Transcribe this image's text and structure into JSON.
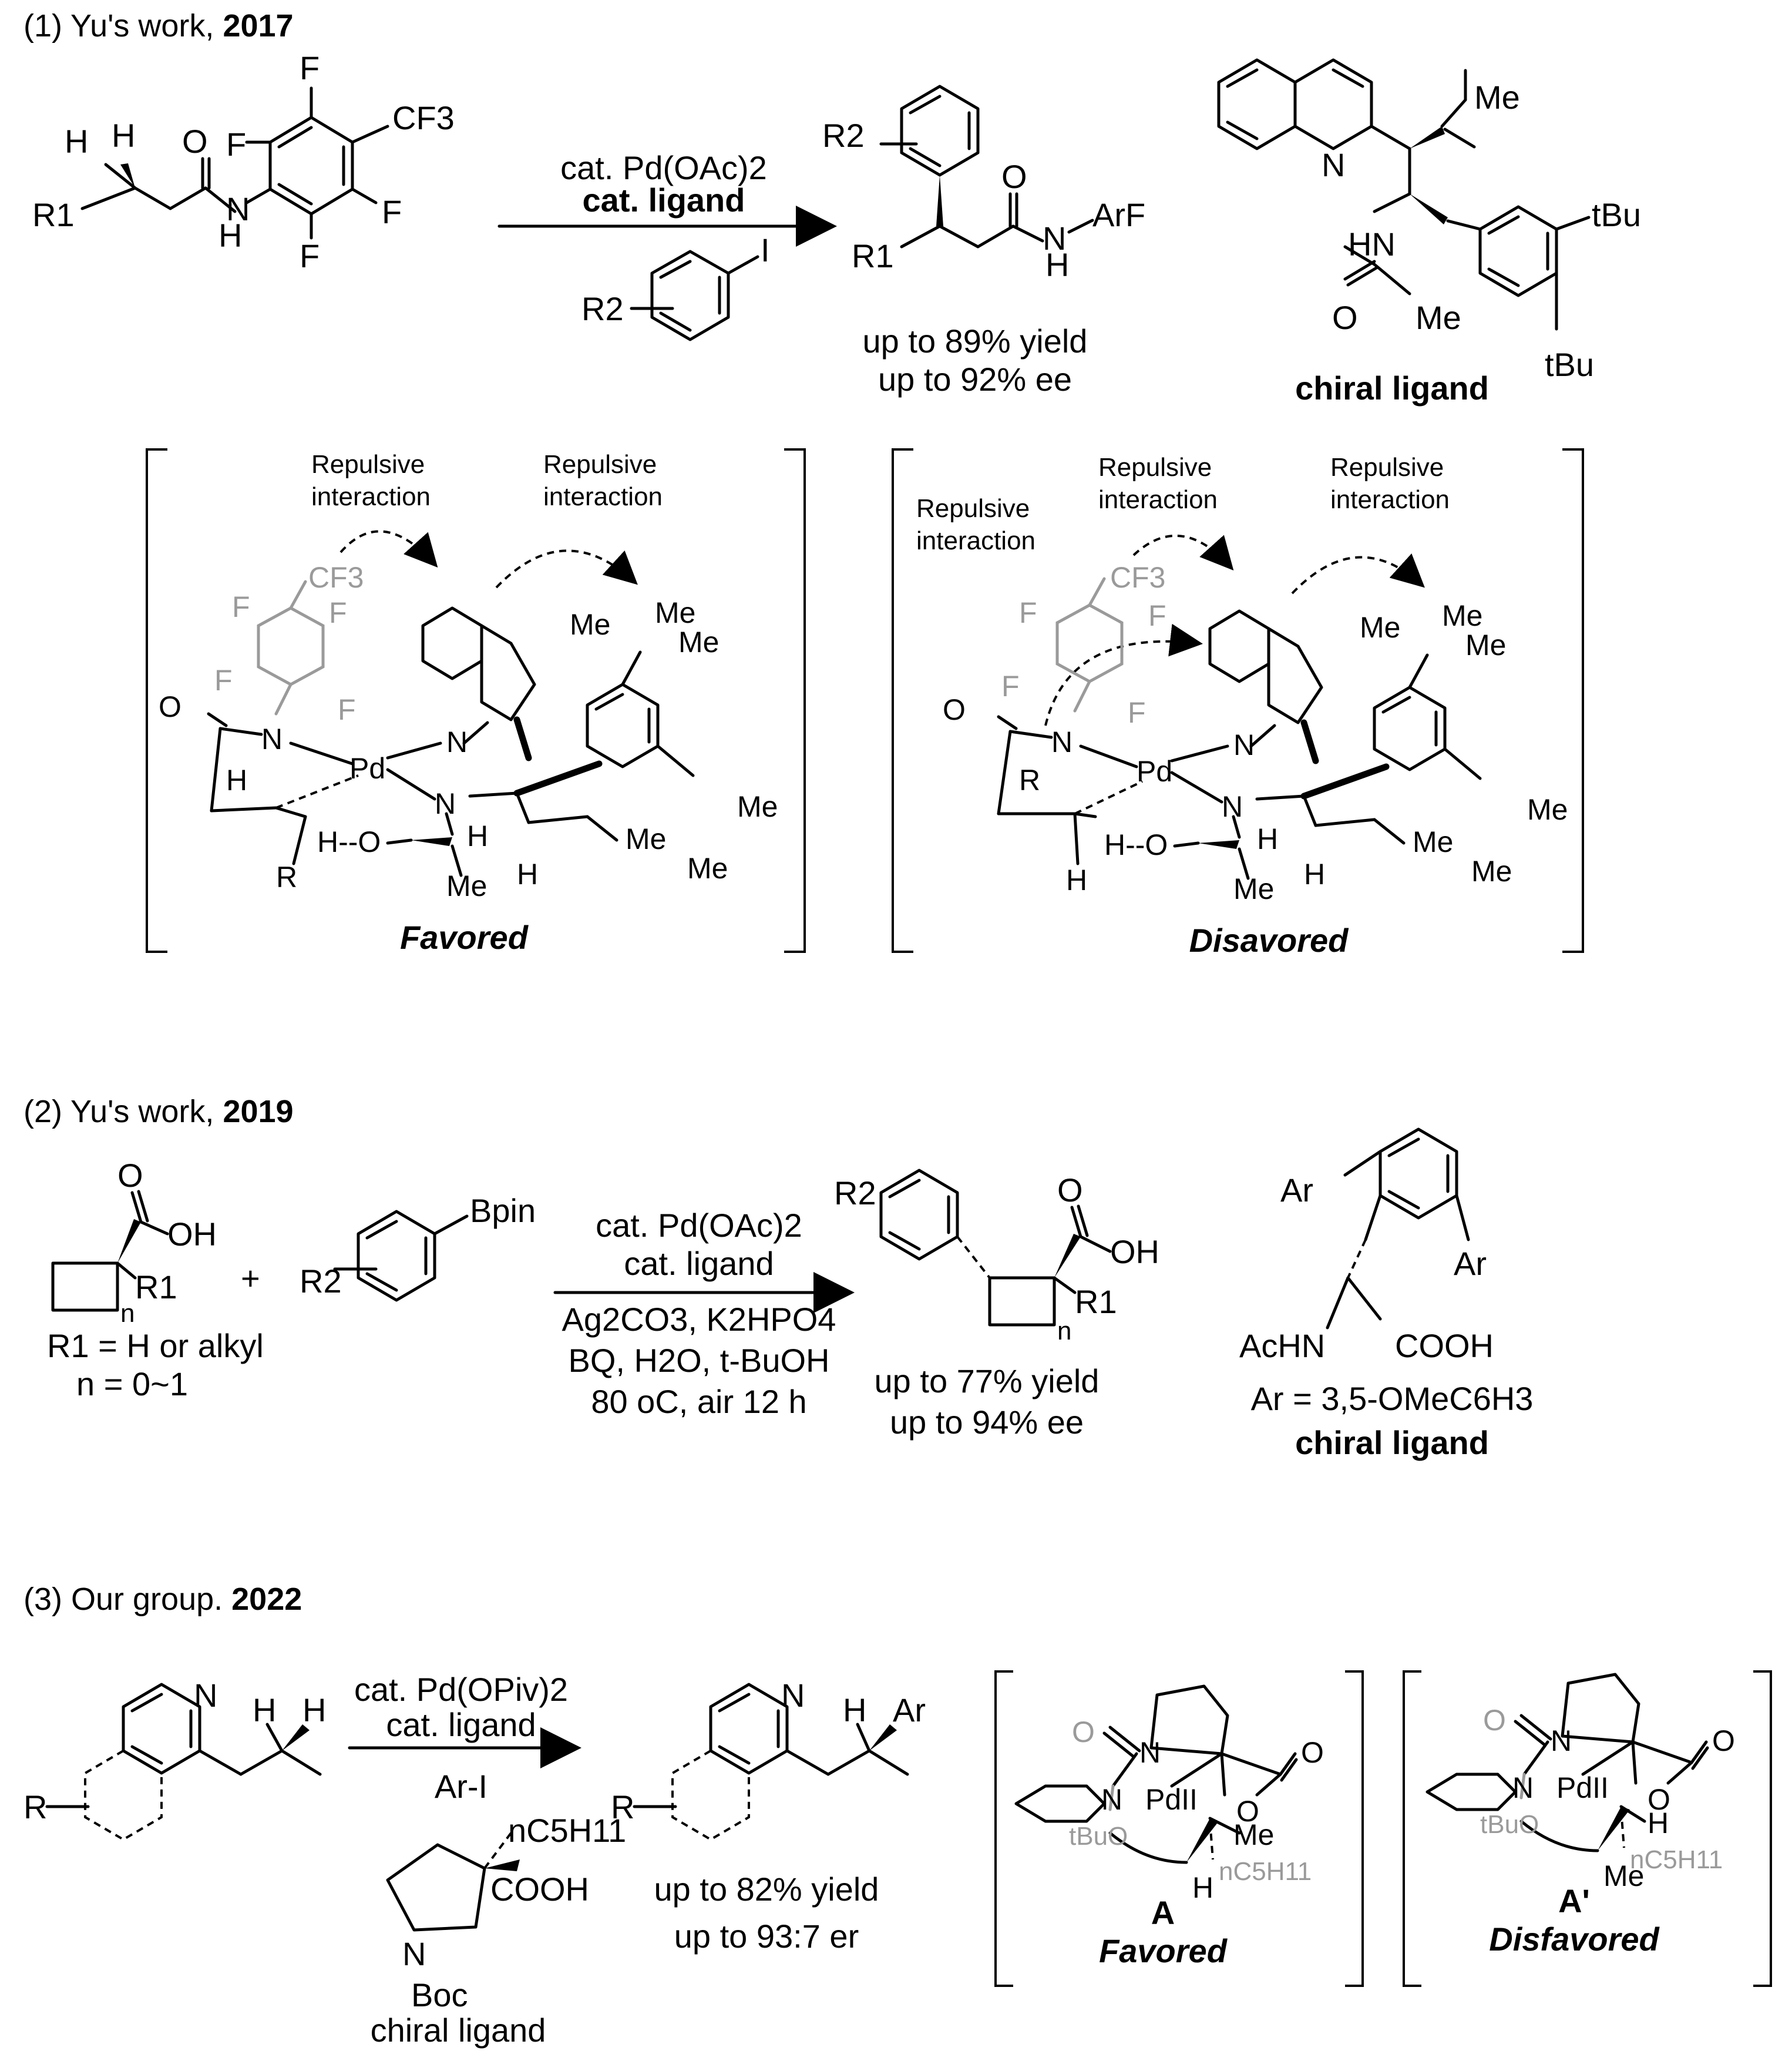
{
  "section1": {
    "header": "(1) Yu's work, ",
    "year": "2017",
    "reactant": {
      "F_top": "F",
      "F_left": "F",
      "CF3": "CF3",
      "F_right": "F",
      "F_bottom": "F",
      "H_left": "H",
      "H_right": "H",
      "O": "O",
      "N": "N",
      "NH_H": "H",
      "R1": "R1"
    },
    "conditions": {
      "catalyst": "cat. Pd(OAc)2",
      "ligand": "cat. ligand",
      "reagent_R2": "R2",
      "reagent_I": "I"
    },
    "product": {
      "R2": "R2",
      "R1": "R1",
      "O": "O",
      "N": "N",
      "H": "H",
      "ArF": "ArF"
    },
    "yield": "up to 89% yield",
    "ee": "up to 92% ee",
    "ligand": {
      "Me": "Me",
      "N": "N",
      "HN": "HN",
      "O": "O",
      "Me2": "Me",
      "tBu1": "tBu",
      "tBu2": "tBu",
      "label": "chiral ligand"
    },
    "favored": {
      "label": "Favored",
      "rep1": "Repulsive interaction",
      "rep2": "Repulsive interaction",
      "atoms": {
        "CF3": "CF3",
        "F1": "F",
        "F2": "F",
        "F3": "F",
        "F4": "F",
        "O": "O",
        "N1": "N",
        "Pd": "Pd",
        "N2": "N",
        "N3": "N",
        "H1": "H",
        "H2": "H--O",
        "H3": "H",
        "H4": "H",
        "R": "R",
        "Me1": "Me",
        "Me2": "Me",
        "Me3": "Me",
        "Me4": "Me",
        "Me5": "Me",
        "Me6": "Me",
        "Me7": "Me"
      }
    },
    "disfavored": {
      "label": "Disavored",
      "rep1": "Repulsive interaction",
      "rep2": "Repulsive interaction",
      "rep3": "Repulsive interaction",
      "atoms": {
        "CF3": "CF3",
        "F1": "F",
        "F2": "F",
        "F3": "F",
        "F4": "F",
        "O": "O",
        "N1": "N",
        "Pd": "Pd",
        "N2": "N",
        "N3": "N",
        "R": "R",
        "H1": "H--O",
        "H2": "H",
        "H3": "H",
        "H4": "H",
        "Me1": "Me",
        "Me2": "Me",
        "Me3": "Me",
        "Me4": "Me",
        "Me5": "Me",
        "Me6": "Me",
        "Me7": "Me"
      }
    }
  },
  "section2": {
    "header": "(2) Yu's work, ",
    "year": "2019",
    "reactant": {
      "O": "O",
      "OH": "OH",
      "R1": "R1",
      "n": "n",
      "note1": "R1 = H or alkyl",
      "note2": "n = 0~1"
    },
    "plus": "+",
    "boronate": {
      "R2": "R2",
      "Bpin": "Bpin"
    },
    "conditions": {
      "line1": "cat. Pd(OAc)2",
      "line2": "cat. ligand",
      "line3": "Ag2CO3, K2HPO4",
      "line4": "BQ, H2O, t-BuOH",
      "line5": "80 oC, air 12 h"
    },
    "product": {
      "R2": "R2",
      "O": "O",
      "OH": "OH",
      "R1": "R1",
      "n": "n"
    },
    "yield": "up to 77% yield",
    "ee": "up to 94% ee",
    "ligand": {
      "Ar1": "Ar",
      "Ar2": "Ar",
      "AcHN": "AcHN",
      "COOH": "COOH",
      "ar_def": "Ar = 3,5-OMeC6H3",
      "label": "chiral ligand"
    }
  },
  "section3": {
    "header": "(3) Our group. ",
    "year": "2022",
    "reactant": {
      "N": "N",
      "H1": "H",
      "H2": "H",
      "R": "R"
    },
    "conditions": {
      "line1": "cat. Pd(OPiv)2",
      "line2": "cat. ligand",
      "line3": "Ar-I"
    },
    "ligand": {
      "nC5H11": "nC5H11",
      "N": "N",
      "COOH": "COOH",
      "Boc": "Boc",
      "label": "chiral ligand"
    },
    "product": {
      "N": "N",
      "H": "H",
      "Ar": "Ar",
      "R": "R"
    },
    "yield": "up to 82% yield",
    "er": "up to 93:7 er",
    "tsA": {
      "O1": "O",
      "N1": "N",
      "N2": "N",
      "Pd": "PdII",
      "O2": "O",
      "O3": "O",
      "tBuO": "tBuO",
      "Me": "Me",
      "H": "H",
      "nC5H11": "nC5H11",
      "letter": "A",
      "label": "Favored"
    },
    "tsB": {
      "O1": "O",
      "N1": "N",
      "N2": "N",
      "Pd": "PdII",
      "O2": "O",
      "O3": "O",
      "tBuO": "tBuO",
      "H": "H",
      "Me": "Me",
      "nC5H11": "nC5H11",
      "letter": "A'",
      "label": "Disfavored"
    }
  }
}
